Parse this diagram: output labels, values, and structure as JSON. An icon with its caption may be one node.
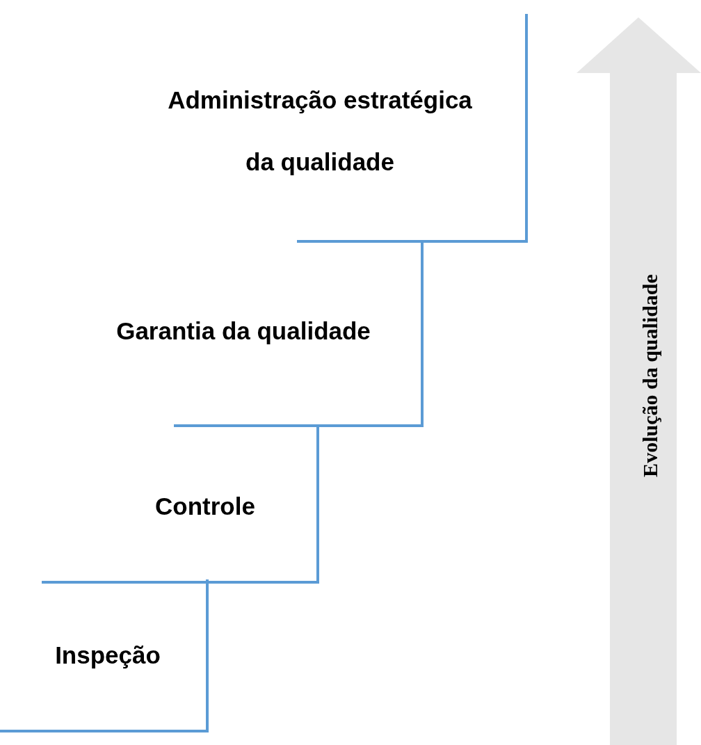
{
  "diagram": {
    "nodes": [
      {
        "text": [
          "Evolução da qualidade"
        ]
      }
    ],
    "labels": [
      "Administração estratégica da qualidade",
      "Garantia da qualidade",
      "Controle",
      "Inspeção"
    ]
  }
}
